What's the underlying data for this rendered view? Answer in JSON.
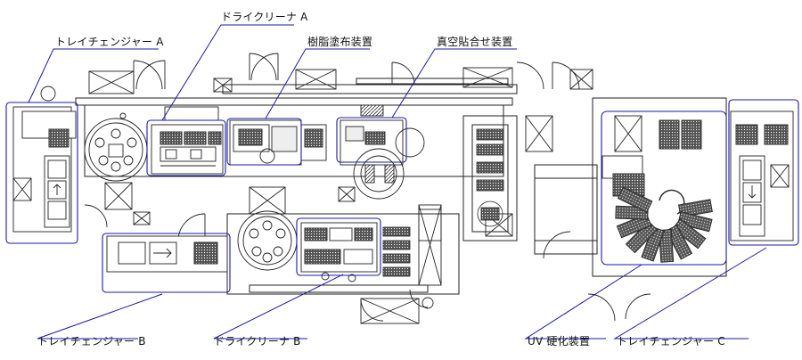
{
  "labels": {
    "tray_changer_a": "トレイチェンジャー A",
    "dry_cleaner_a": "ドライクリーナ A",
    "resin_coater": "樹脂塗布装置",
    "vacuum_bonder": "真空貼合せ装置",
    "tray_changer_b": "トレイチェンジャー B",
    "dry_cleaner_b": "ドライクリーナ B",
    "uv_curing": "UV 硬化装置",
    "tray_changer_c": "トレイチェンジャー C"
  },
  "colors": {
    "line": "#222222",
    "callout": "#1a1aa6",
    "hatch": "#333333"
  }
}
